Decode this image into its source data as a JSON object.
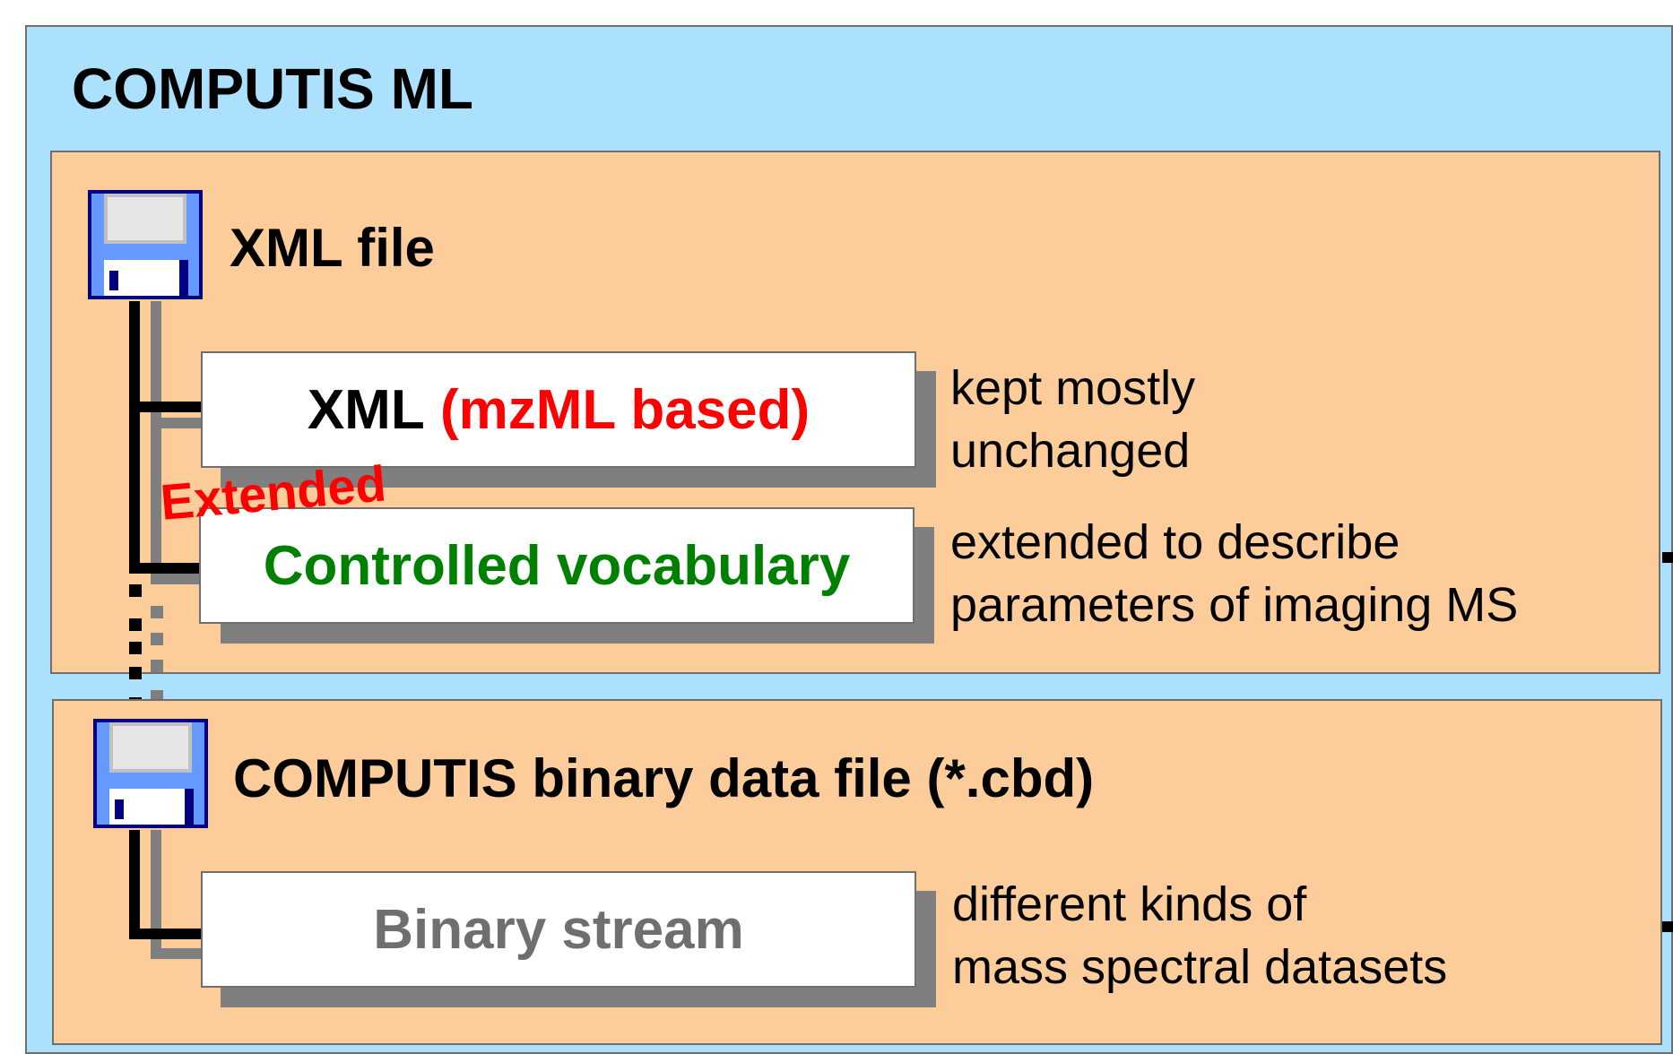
{
  "title": "COMPUTIS ML",
  "xml_section": {
    "title": "XML file",
    "box1": {
      "prefix": "XML",
      "suffix": "(mzML based)",
      "desc_line1": "kept mostly",
      "desc_line2": "unchanged"
    },
    "extended_label": "Extended",
    "box2": {
      "label": "Controlled vocabulary",
      "desc_line1": "extended to describe",
      "desc_line2": "parameters of imaging MS"
    }
  },
  "binary_section": {
    "title": "COMPUTIS binary data file (*.cbd)",
    "box1": {
      "label": "Binary stream",
      "desc_line1": "different kinds of",
      "desc_line2": "mass spectral datasets"
    }
  },
  "colors": {
    "outer_bg": "#abe1fd",
    "section_bg": "#fccc9a",
    "red": "#ff0000",
    "green": "#008000",
    "gray_text": "#6f6f6f"
  },
  "icons": [
    "floppy-disk-icon",
    "floppy-disk-icon"
  ]
}
